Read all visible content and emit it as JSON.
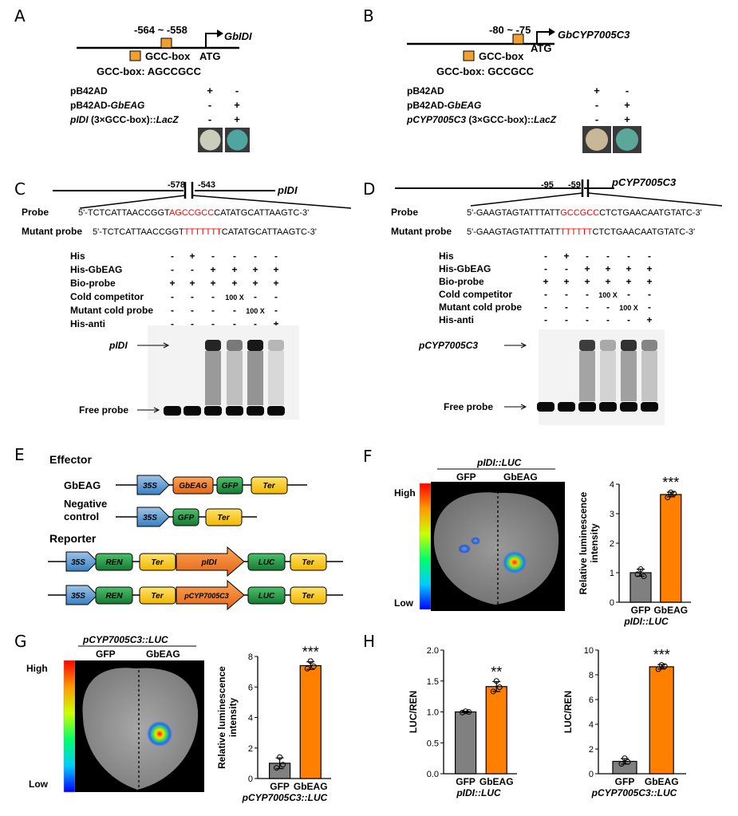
{
  "panels": {
    "A": {
      "letter": "A",
      "pos_label": "-564 ~ -558",
      "gene": "GbIDI",
      "atg": "ATG",
      "legend_label": "GCC-box",
      "seq_label": "GCC-box:  AGCCGCC",
      "rows": [
        {
          "label": "pB42AD",
          "italic": "",
          "suffix": "",
          "signs": [
            "+",
            "-"
          ]
        },
        {
          "label": "pB42AD-",
          "italic": "GbEAG",
          "suffix": "",
          "signs": [
            "-",
            "+"
          ]
        },
        {
          "label": "pIDI",
          "italic": "",
          "suffix": " (3×GCC-box)::",
          "tail": "LacZ",
          "signs": [
            "-",
            "+"
          ]
        }
      ]
    },
    "B": {
      "letter": "B",
      "pos_label": "-80 ~ -75",
      "gene": "GbCYP7005C3",
      "atg": "ATG",
      "legend_label": "GCC-box",
      "seq_label": "GCC-box: GCCGCC",
      "rows": [
        {
          "label": "pB42AD",
          "signs": [
            "+",
            "-"
          ]
        },
        {
          "label": "pB42AD-",
          "italic": "GbEAG",
          "signs": [
            "-",
            "+"
          ]
        },
        {
          "label": "pCYP7005C3",
          "suffix": " (3×GCC-box)::",
          "tail": "LacZ",
          "signs": [
            "-",
            "+"
          ]
        }
      ]
    },
    "C": {
      "letter": "C",
      "pos_left": "-578",
      "pos_right": "-543",
      "gene": "pIDI",
      "probe_label": "Probe",
      "probe_prefix": "5'-TCTCATTAACCGGT",
      "probe_core": "AGCCGCC",
      "probe_suffix": "CATATGCATTAAGTC-3'",
      "mutant_label": "Mutant probe",
      "mutant_prefix": "5'-TCTCATTAACCGGT",
      "mutant_core": "TTTTTTT",
      "mutant_suffix": "CATATGCATTAAGTC-3'",
      "table": [
        {
          "label": "His",
          "cells": [
            "-",
            "+",
            "-",
            "-",
            "-",
            "-"
          ]
        },
        {
          "label": "His-GbEAG",
          "cells": [
            "-",
            "-",
            "+",
            "+",
            "+",
            "+"
          ]
        },
        {
          "label": "Bio-probe",
          "cells": [
            "+",
            "+",
            "+",
            "+",
            "+",
            "+"
          ]
        },
        {
          "label": "Cold competitor",
          "cells": [
            "-",
            "-",
            "-",
            "100 X",
            "-",
            "-"
          ]
        },
        {
          "label": "Mutant cold probe",
          "cells": [
            "-",
            "-",
            "-",
            "-",
            "100 X",
            "-"
          ]
        },
        {
          "label": "His-anti",
          "cells": [
            "-",
            "-",
            "-",
            "-",
            "-",
            "+"
          ]
        }
      ],
      "band_label": "pIDI",
      "free_label": "Free probe"
    },
    "D": {
      "letter": "D",
      "pos_left": "-95",
      "pos_right": "-59",
      "gene": "pCYP7005C3",
      "probe_label": "Probe",
      "probe_prefix": "5'-GAAGTAGTATTTATT",
      "probe_core": "GCCGCC",
      "probe_suffix": "CTCTGAACAATGTATC-3'",
      "mutant_label": "Mutant probe",
      "mutant_prefix": "5'-GAAGTAGTATTTATT",
      "mutant_core": "TTTTTT",
      "mutant_suffix": "CTCTGAACAATGTATC-3'",
      "table": [
        {
          "label": "His",
          "cells": [
            "-",
            "+",
            "-",
            "-",
            "-",
            "-"
          ]
        },
        {
          "label": "His-GbEAG",
          "cells": [
            "-",
            "-",
            "+",
            "+",
            "+",
            "+"
          ]
        },
        {
          "label": "Bio-probe",
          "cells": [
            "+",
            "+",
            "+",
            "+",
            "+",
            "+"
          ]
        },
        {
          "label": "Cold competitor",
          "cells": [
            "-",
            "-",
            "-",
            "100 X",
            "-",
            "-"
          ]
        },
        {
          "label": "Mutant cold probe",
          "cells": [
            "-",
            "-",
            "-",
            "-",
            "100 X",
            "-"
          ]
        },
        {
          "label": "His-anti",
          "cells": [
            "-",
            "-",
            "-",
            "-",
            "-",
            "+"
          ]
        }
      ],
      "band_label": "pCYP7005C3",
      "free_label": "Free probe"
    },
    "E": {
      "letter": "E",
      "effector_title": "Effector",
      "reporter_title": "Reporter",
      "gbeag_label": "GbEAG",
      "neg_label_1": "Negative",
      "neg_label_2": "control",
      "box_35s": "35S",
      "box_gbeag": "GbEAG",
      "box_gfp": "GFP",
      "box_ter": "Ter",
      "box_ren": "REN",
      "box_pidi": "pIDI",
      "box_pcyp": "pCYP7005C3",
      "box_luc": "LUC"
    },
    "F": {
      "letter": "F",
      "construct": "pIDI::LUC",
      "left": "GFP",
      "right": "GbEAG",
      "high": "High",
      "low": "Low"
    },
    "G": {
      "letter": "G",
      "construct": "pCYP7005C3::LUC",
      "left": "GFP",
      "right": "GbEAG",
      "high": "High",
      "low": "Low"
    },
    "H": {
      "letter": "H"
    }
  },
  "colors": {
    "gcc_box": "#f0a030",
    "gray_bar": "#808080",
    "orange_bar": "#ff8000",
    "blue_box": "#5a9bd5",
    "green_box": "#1e9a45",
    "yellow_box": "#ffd21e",
    "orange_box": "#f07f22",
    "red_seq": "#ff0000"
  },
  "chart_data": [
    {
      "id": "F",
      "type": "bar",
      "categories": [
        "GFP",
        "GbEAG"
      ],
      "values": [
        1.0,
        3.65
      ],
      "points": [
        [
          0.95,
          1.12,
          0.88
        ],
        [
          3.55,
          3.72,
          3.68
        ]
      ],
      "errors": [
        0.12,
        0.08
      ],
      "significance": "***",
      "ylabel": "Relative luminescence intensity",
      "xlabel": "pIDI::LUC",
      "ylim": [
        0,
        4
      ],
      "yticks": [
        0,
        1,
        2,
        3,
        4
      ]
    },
    {
      "id": "G",
      "type": "bar",
      "categories": [
        "GFP",
        "GbEAG"
      ],
      "values": [
        1.0,
        7.4
      ],
      "points": [
        [
          0.7,
          1.4,
          0.9
        ],
        [
          7.2,
          7.7,
          7.35
        ]
      ],
      "errors": [
        0.35,
        0.25
      ],
      "significance": "***",
      "ylabel": "Relative luminescence intensity",
      "xlabel": "pCYP7005C3::LUC",
      "ylim": [
        0,
        8
      ],
      "yticks": [
        0,
        2,
        4,
        6,
        8
      ]
    },
    {
      "id": "H1",
      "type": "bar",
      "categories": [
        "GFP",
        "GbEAG"
      ],
      "values": [
        1.0,
        1.41
      ],
      "points": [
        [
          0.99,
          1.01,
          1.0
        ],
        [
          1.33,
          1.5,
          1.4
        ]
      ],
      "errors": [
        0.01,
        0.08
      ],
      "significance": "**",
      "ylabel": "LUC/REN",
      "xlabel": "pIDI::LUC",
      "ylim": [
        0,
        2.0
      ],
      "yticks": [
        "0.0",
        "0.5",
        "1.0",
        "1.5",
        "2.0"
      ]
    },
    {
      "id": "H2",
      "type": "bar",
      "categories": [
        "GFP",
        "GbEAG"
      ],
      "values": [
        1.0,
        8.65
      ],
      "points": [
        [
          0.8,
          1.25,
          0.95
        ],
        [
          8.45,
          8.8,
          8.7
        ]
      ],
      "errors": [
        0.22,
        0.18
      ],
      "significance": "***",
      "ylabel": "LUC/REN",
      "xlabel": "pCYP7005C3::LUC",
      "ylim": [
        0,
        10
      ],
      "yticks": [
        0,
        2,
        4,
        6,
        8,
        10
      ]
    }
  ]
}
